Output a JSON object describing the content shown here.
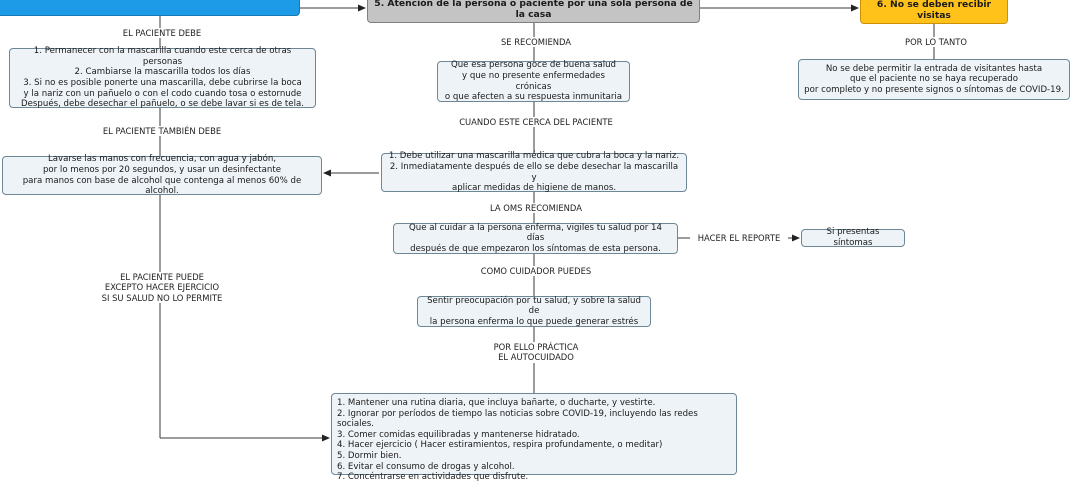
{
  "boxes": {
    "top_left": "",
    "top_center": "5. Atención de la persona o paciente por una sola persona de la casa",
    "top_right": "6. No se deben recibir visitas",
    "paciente_debe": "1. Permanecer con la mascarilla cuando este cerca de otras personas\n2. Cambiarse la mascarilla todos los días\n3. Si no es posible ponerte una mascarilla, debe cubrirse la boca\ny la nariz con un pañuelo o con el codo cuando tosa o estornude\nDespués, debe desechar el pañuelo, o  se debe lavar si es de tela.",
    "lavarse_manos": "Lavarse las manos con frecuencia, con agua y jabón,\npor lo menos por 20 segundos, y usar un desinfectante\npara manos con base de alcohol que contenga al menos 60% de alcohol.",
    "buena_salud": "Que esa persona goce de buena salud\ny que no presente enfermedades crónicas\no que afecten a su respuesta inmunitaria",
    "mascarilla_medica": "1. Debe utilizar una mascarilla médica que cubra la boca y la nariz.\n2.  Inmediatamente después de ello se debe desechar la mascarilla y\naplicar medidas de higiene de manos.",
    "vigilar_salud": "Que al cuidar a la persona enferma, vigiles tu salud por 14 días\ndespués de que empezaron los síntomas de esta persona.",
    "sintomas": "Si presentas síntomas",
    "preocupacion": "Sentir preocupación por tu salud, y sobre la salud de\nla persona enferma lo que puede generar estrés",
    "autocuidado": "1. Mantener una rutina diaria, que incluya bañarte, o ducharte, y vestirte.\n2. Ignorar por períodos de tiempo las noticias sobre COVID-19, incluyendo las redes sociales.\n3. Comer comidas equilibradas y mantenerse hidratado.\n4. Hacer ejercicio ( Hacer estiramientos, respira profundamente, o meditar)\n5. Dormir bien.\n6. Evitar el consumo de drogas y alcohol.\n7. Concéntrarse en actividades que disfrute.",
    "no_visitas": "No se debe permitir la entrada de visitantes hasta\nque el paciente no se haya recuperado\npor completo y no presente signos o síntomas de COVID-19."
  },
  "labels": {
    "paciente_debe": "EL PACIENTE DEBE",
    "paciente_tambien": "EL PACIENTE TAMBIÉN DEBE",
    "paciente_puede": "EL PACIENTE PUEDE\nEXCEPTO HACER EJERCICIO\nSI SU SALUD NO LO PERMITE",
    "se_recomienda": "SE RECOMIENDA",
    "cuando_cerca": "CUANDO ESTE CERCA DEL PACIENTE",
    "oms_recomienda": "LA OMS RECOMIENDA",
    "hacer_reporte": "HACER EL REPORTE",
    "cuidador_puedes": "COMO CUIDADOR PUEDES",
    "por_ello": "POR ELLO PRÁCTICA\nEL AUTOCUIDADO",
    "por_lo_tanto": "POR LO TANTO"
  },
  "colors": {
    "node_fill": "#eef3f7",
    "node_border": "#6e8797",
    "blue": "#1e9be6",
    "grey": "#c4c4c4",
    "yellow": "#ffc21a",
    "line": "#3a3a3a"
  }
}
